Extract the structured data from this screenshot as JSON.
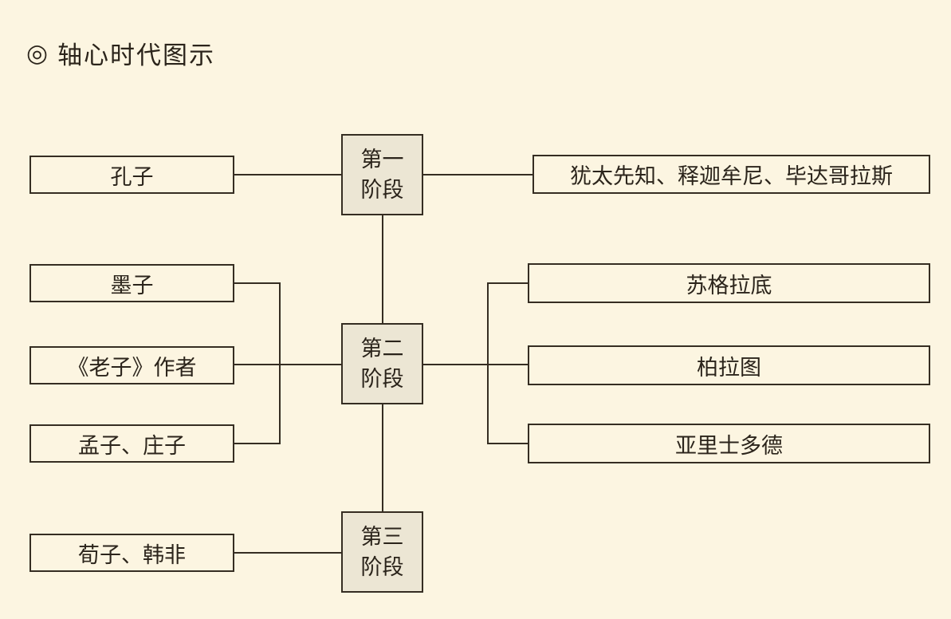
{
  "title": {
    "marker": "◎",
    "text": "轴心时代图示"
  },
  "colors": {
    "background": "#fcf5e1",
    "node_fill": "#fcf5e1",
    "stage_fill": "#ece6d4",
    "line": "#352d22",
    "text": "#2b241b"
  },
  "diagram": {
    "stages": [
      {
        "lines": [
          "第一",
          "阶段"
        ],
        "left": [
          "孔子"
        ],
        "right": [
          "犹太先知、释迦牟尼、毕达哥拉斯"
        ]
      },
      {
        "lines": [
          "第二",
          "阶段"
        ],
        "left": [
          "墨子",
          "《老子》作者",
          "孟子、庄子"
        ],
        "right": [
          "苏格拉底",
          "柏拉图",
          "亚里士多德"
        ]
      },
      {
        "lines": [
          "第三",
          "阶段"
        ],
        "left": [
          "荀子、韩非"
        ],
        "right": []
      }
    ]
  }
}
